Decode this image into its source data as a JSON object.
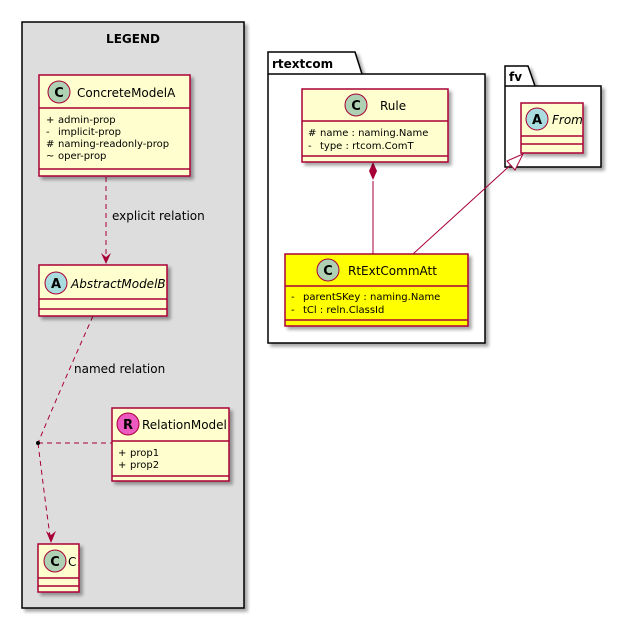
{
  "legend": {
    "title": "LEGEND"
  },
  "packages": {
    "rtextcom": {
      "name": "rtextcom"
    },
    "fv": {
      "name": "fv"
    }
  },
  "classes": {
    "concrete_model_a": {
      "name": "ConcreteModelA",
      "stereotype_letter": "C",
      "members": [
        {
          "visibility": "+",
          "text": "admin-prop"
        },
        {
          "visibility": "-",
          "text": "implicit-prop"
        },
        {
          "visibility": "#",
          "text": "naming-readonly-prop"
        },
        {
          "visibility": "~",
          "text": "oper-prop"
        }
      ]
    },
    "abstract_model_b": {
      "name": "AbstractModelB",
      "stereotype_letter": "A"
    },
    "relation_model": {
      "name": "RelationModel",
      "stereotype_letter": "R",
      "members": [
        {
          "visibility": "+",
          "text": "prop1"
        },
        {
          "visibility": "+",
          "text": "prop2"
        }
      ]
    },
    "c": {
      "name": "C",
      "stereotype_letter": "C"
    },
    "rule": {
      "name": "Rule",
      "stereotype_letter": "C",
      "members": [
        {
          "visibility": "#",
          "text": "name : naming.Name"
        },
        {
          "visibility": "-",
          "text": "type : rtcom.ComT"
        }
      ]
    },
    "rt_ext_comm_att": {
      "name": "RtExtCommAtt",
      "stereotype_letter": "C",
      "members": [
        {
          "visibility": "-",
          "text": "parentSKey : naming.Name"
        },
        {
          "visibility": "-",
          "text": "tCl : reln.ClassId"
        }
      ]
    },
    "from": {
      "name": "From",
      "stereotype_letter": "A"
    }
  },
  "relations": {
    "explicit": {
      "label": "explicit relation"
    },
    "named": {
      "label": "named relation"
    }
  },
  "colors": {
    "class_fill": "#FEFECE",
    "class_border": "#A80036",
    "highlight_fill": "#FFFF00",
    "legend_fill": "#DDDDDD",
    "circle_c": "#ADD1B2",
    "circle_a": "#A9DCDF",
    "circle_r": "#EB59C1"
  }
}
